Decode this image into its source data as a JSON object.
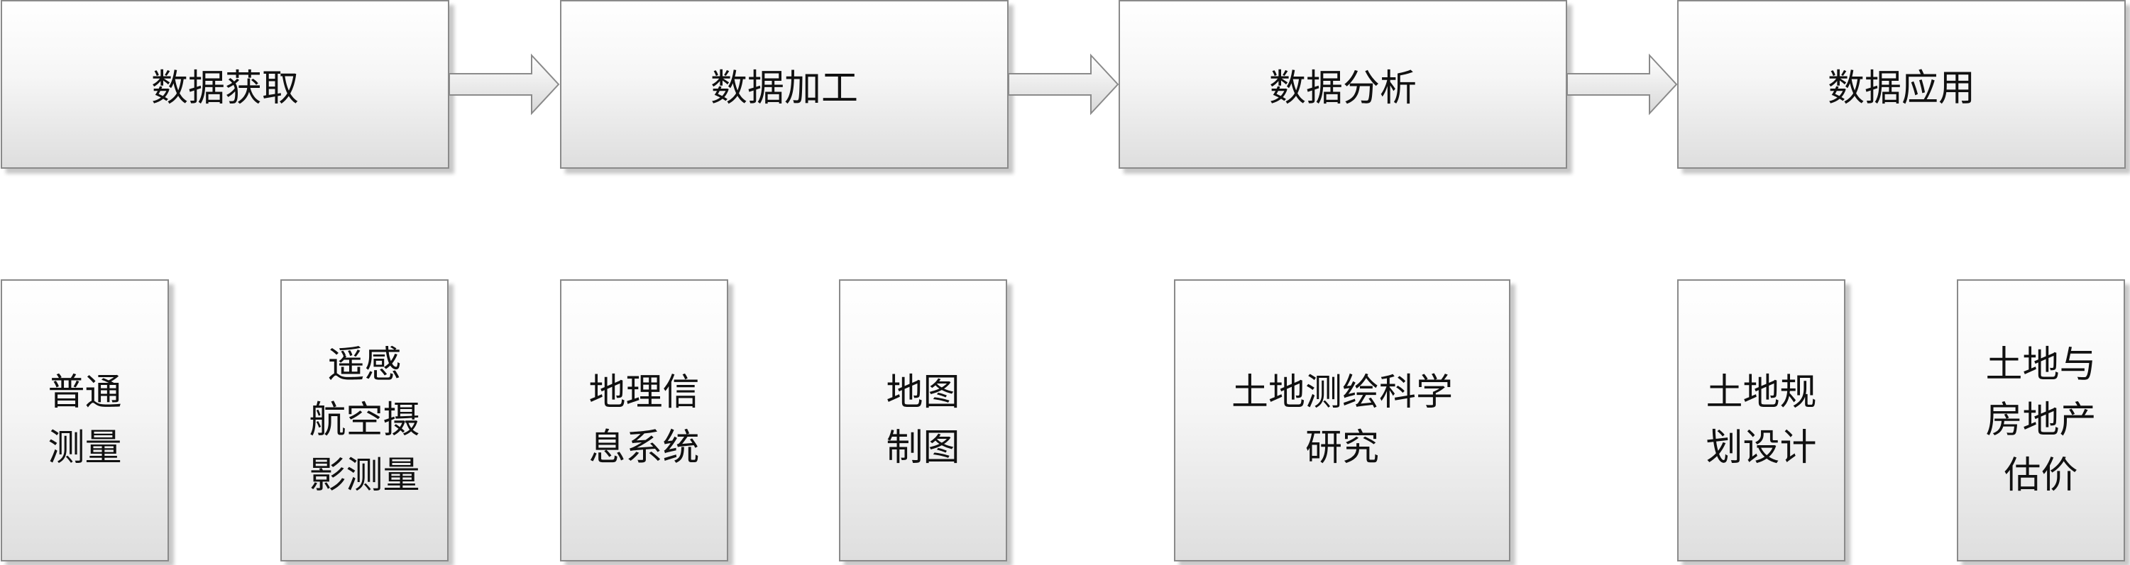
{
  "pipeline": {
    "stages": [
      {
        "label": "数据获取"
      },
      {
        "label": "数据加工"
      },
      {
        "label": "数据分析"
      },
      {
        "label": "数据应用"
      }
    ]
  },
  "applications": {
    "items": [
      {
        "label": "普通\n测量"
      },
      {
        "label": "遥感\n航空摄\n影测量"
      },
      {
        "label": "地理信\n息系统"
      },
      {
        "label": "地图\n制图"
      },
      {
        "label": "土地测绘科学\n研究"
      },
      {
        "label": "土地规\n划设计"
      },
      {
        "label": "土地与\n房地产\n估价"
      }
    ]
  },
  "colors": {
    "border": "#8a8a8a",
    "text": "#111111",
    "fill_top": "#ffffff",
    "fill_bottom": "#dedede"
  }
}
